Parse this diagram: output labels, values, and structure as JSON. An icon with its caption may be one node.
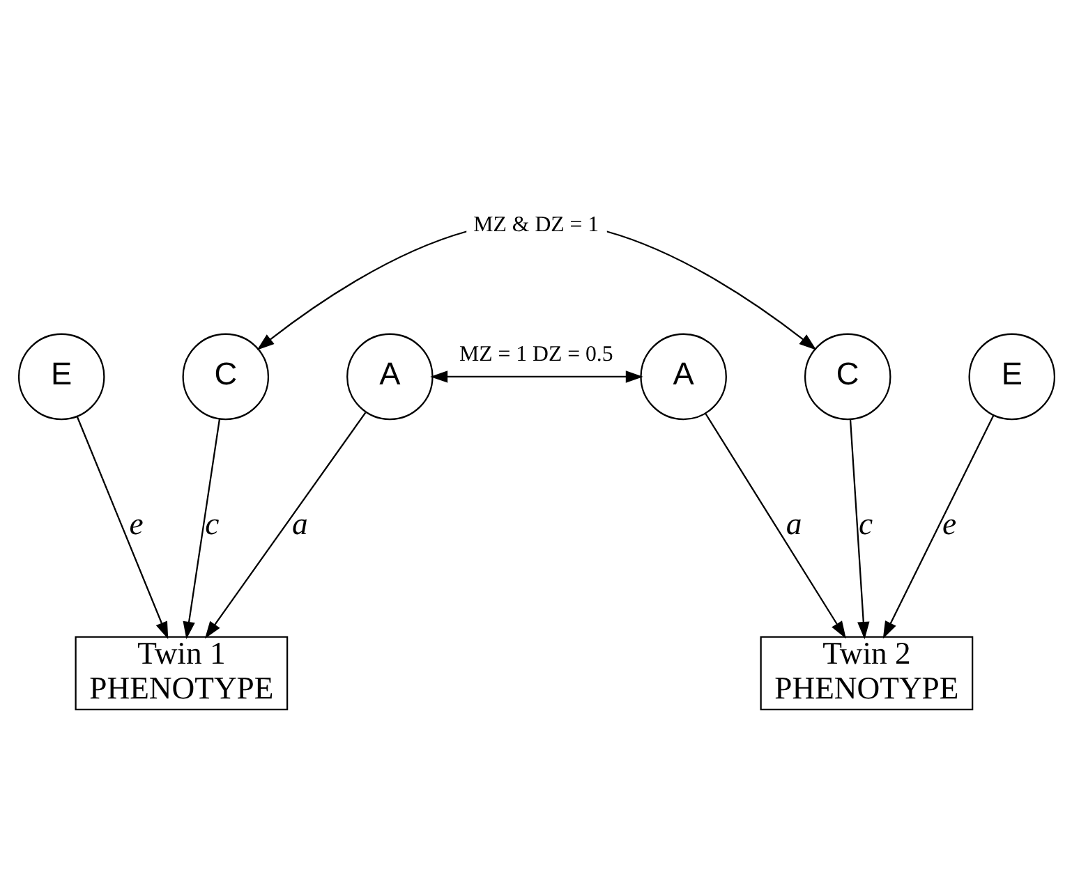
{
  "diagram": {
    "nodes": [
      {
        "text": [
          "E"
        ]
      },
      {
        "text": [
          "C"
        ]
      },
      {
        "text": [
          "A"
        ]
      },
      {
        "text": [
          "A"
        ]
      },
      {
        "text": [
          "C"
        ]
      },
      {
        "text": [
          "E"
        ]
      },
      {
        "text": [
          "Twin 1",
          "PHENOTYPE"
        ]
      },
      {
        "text": [
          "Twin 2",
          "PHENOTYPE"
        ]
      }
    ],
    "edges": [
      {
        "from": 1,
        "to": 4,
        "arrow": "both",
        "label": "MZ & DZ = 1"
      },
      {
        "from": 2,
        "to": 3,
        "arrow": "both",
        "label": "MZ = 1 DZ = 0.5"
      },
      {
        "from": 0,
        "to": 6,
        "arrow": "to",
        "label": "e"
      },
      {
        "from": 1,
        "to": 6,
        "arrow": "to",
        "label": "c"
      },
      {
        "from": 2,
        "to": 6,
        "arrow": "to",
        "label": "a"
      },
      {
        "from": 3,
        "to": 7,
        "arrow": "to",
        "label": "a"
      },
      {
        "from": 4,
        "to": 7,
        "arrow": "to",
        "label": "c"
      },
      {
        "from": 5,
        "to": 7,
        "arrow": "to",
        "label": "e"
      }
    ]
  }
}
